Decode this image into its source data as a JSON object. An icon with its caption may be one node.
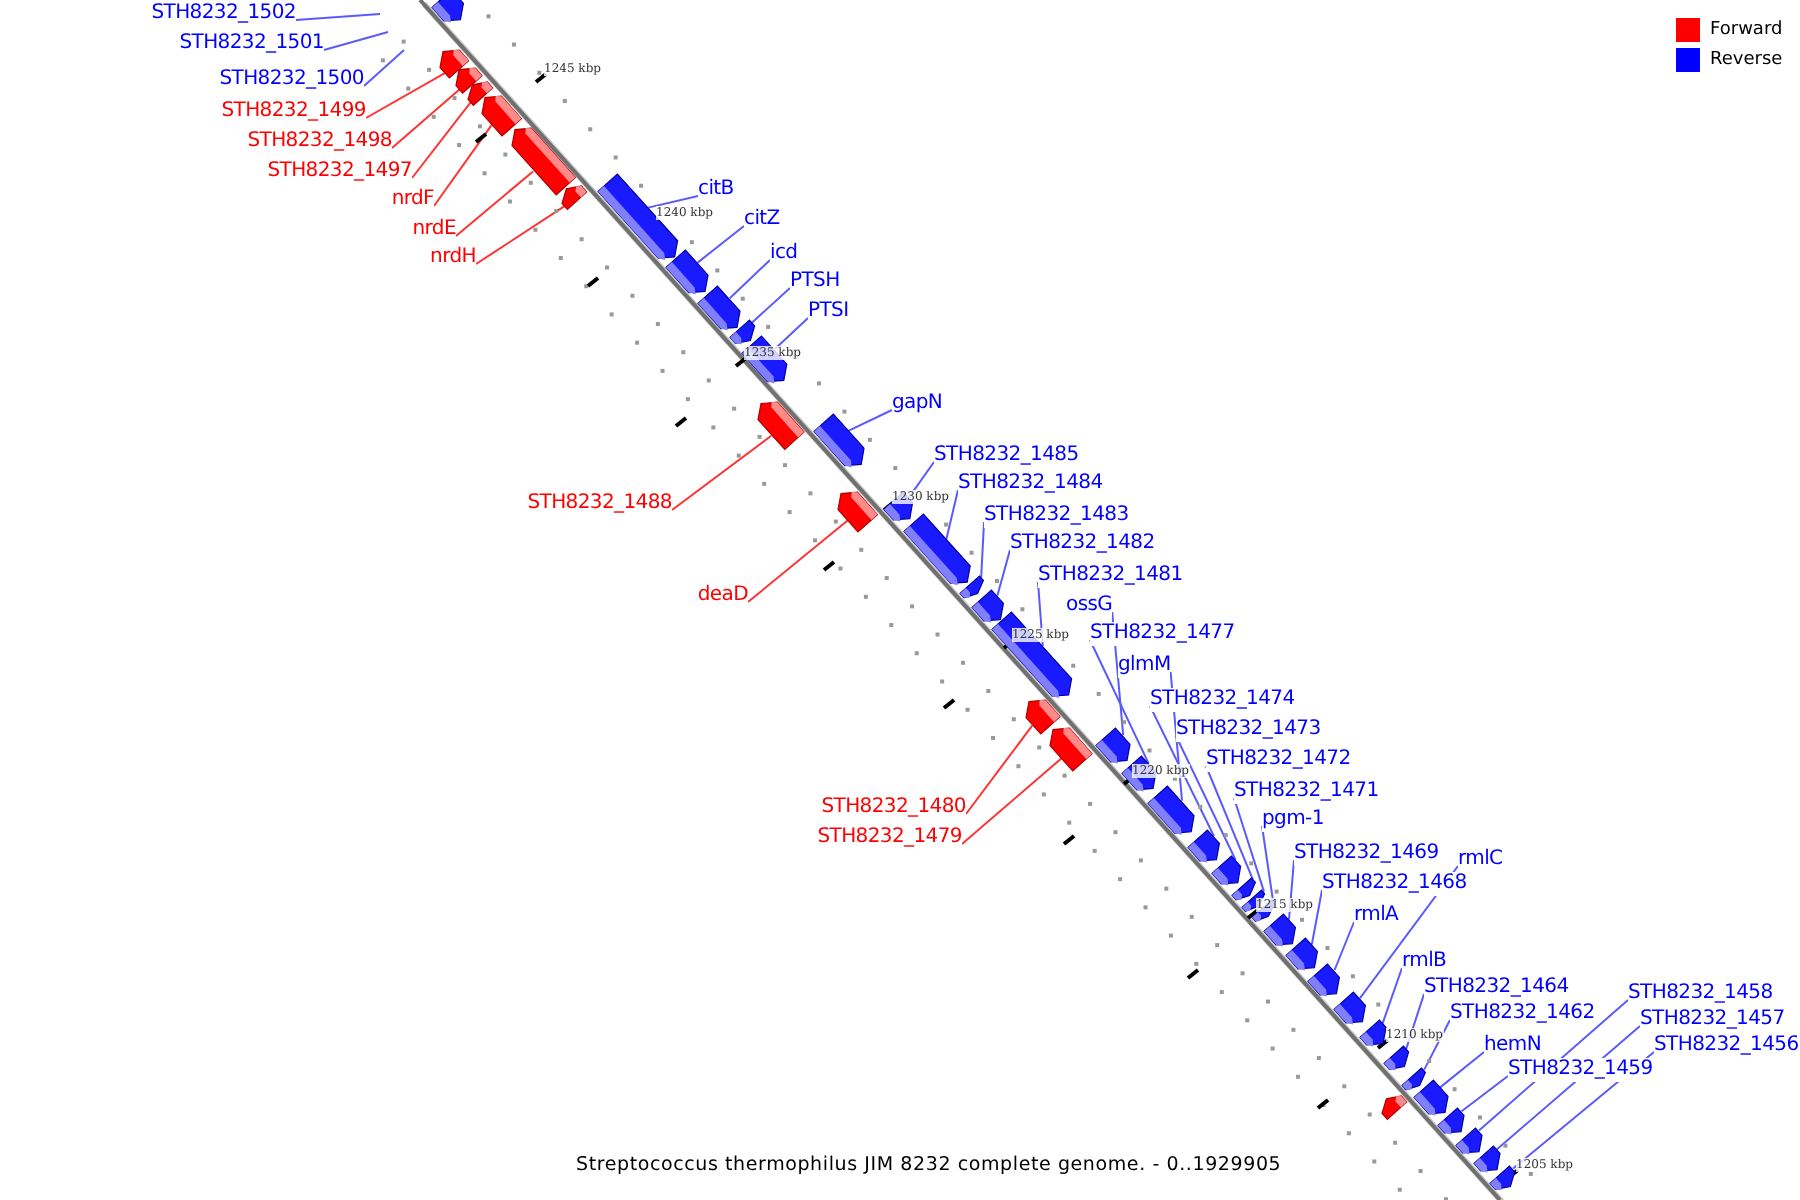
{
  "diagram": {
    "caption": "Streptococcus thermophilus JIM 8232 complete genome. - 0..1929905",
    "nodes": [
      {
        "text": [],
        "shape": "bar"
      },
      {
        "text": [
          "STH8232_1502"
        ]
      },
      {
        "text": [
          "STH8232_1501"
        ]
      },
      {
        "text": [
          "STH8232_1500"
        ]
      },
      {
        "text": [
          "STH8232_1499"
        ]
      },
      {
        "text": [],
        "shape": "bar"
      },
      {
        "text": [
          "STH8232_1498"
        ]
      },
      {
        "text": [],
        "shape": "bar"
      },
      {
        "text": [
          "STH8232_1497"
        ]
      },
      {
        "text": [],
        "shape": "bar"
      },
      {
        "text": [
          "nrdF"
        ]
      },
      {
        "text": [],
        "shape": "bar"
      },
      {
        "text": [
          "nrdE"
        ]
      },
      {
        "text": [],
        "shape": "bar"
      },
      {
        "text": [
          "nrdH"
        ]
      },
      {
        "text": [],
        "shape": "bar"
      },
      {
        "text": [
          "citB"
        ]
      },
      {
        "text": [],
        "shape": "bar"
      },
      {
        "text": [
          "citZ"
        ]
      },
      {
        "text": [],
        "shape": "bar"
      },
      {
        "text": [
          "icd"
        ]
      },
      {
        "text": [],
        "shape": "bar"
      },
      {
        "text": [
          "PTSH"
        ]
      },
      {
        "text": [],
        "shape": "bar"
      },
      {
        "text": [
          "PTSI"
        ]
      },
      {
        "text": [],
        "shape": "bar"
      },
      {
        "text": [
          "gapN"
        ]
      },
      {
        "text": [],
        "shape": "bar"
      },
      {
        "text": [
          "STH8232_1485"
        ]
      },
      {
        "text": [],
        "shape": "bar"
      },
      {
        "text": [
          "STH8232_1484"
        ]
      },
      {
        "text": [],
        "shape": "bar"
      },
      {
        "text": [
          "STH8232_1483"
        ]
      },
      {
        "text": [],
        "shape": "bar"
      },
      {
        "text": [
          "STH8232_1482"
        ]
      },
      {
        "text": [],
        "shape": "bar"
      },
      {
        "text": [
          "STH8232_1488"
        ]
      },
      {
        "text": [],
        "shape": "bar"
      },
      {
        "text": [
          "STH8232_1481"
        ]
      },
      {
        "text": [],
        "shape": "bar"
      },
      {
        "text": [
          "deaD"
        ]
      },
      {
        "text": [],
        "shape": "bar"
      },
      {
        "text": [
          "ossG"
        ]
      },
      {
        "text": [],
        "shape": "bar"
      },
      {
        "text": [
          "STH8232_1477"
        ]
      },
      {
        "text": [],
        "shape": "bar"
      },
      {
        "text": [
          "glmM"
        ]
      },
      {
        "text": [],
        "shape": "bar"
      },
      {
        "text": [
          "STH8232_1474"
        ]
      },
      {
        "text": [],
        "shape": "bar"
      },
      {
        "text": [
          "STH8232_1473"
        ]
      },
      {
        "text": [],
        "shape": "bar"
      },
      {
        "text": [
          "STH8232_1472"
        ]
      },
      {
        "text": [],
        "shape": "bar"
      },
      {
        "text": [
          "STH8232_1471"
        ]
      },
      {
        "text": [],
        "shape": "bar"
      },
      {
        "text": [
          "pgm-1"
        ]
      },
      {
        "text": [],
        "shape": "bar"
      },
      {
        "text": [
          "STH8232_1480"
        ]
      },
      {
        "text": [],
        "shape": "bar"
      },
      {
        "text": [
          "STH8232_1479"
        ]
      },
      {
        "text": [],
        "shape": "bar"
      },
      {
        "text": [
          "STH8232_1469"
        ]
      },
      {
        "text": [],
        "shape": "bar"
      },
      {
        "text": [
          "rmlC"
        ]
      },
      {
        "text": [],
        "shape": "bar"
      },
      {
        "text": [
          "STH8232_1468"
        ]
      },
      {
        "text": [],
        "shape": "bar"
      },
      {
        "text": [
          "rmlA"
        ]
      },
      {
        "text": [],
        "shape": "bar"
      },
      {
        "text": [
          "rmlB"
        ]
      },
      {
        "text": [],
        "shape": "bar"
      },
      {
        "text": [
          "STH8232_1464"
        ]
      },
      {
        "text": [],
        "shape": "bar"
      },
      {
        "text": [
          "STH8232_1462"
        ]
      },
      {
        "text": [],
        "shape": "bar"
      },
      {
        "text": [
          "STH8232_1458"
        ]
      },
      {
        "text": [],
        "shape": "bar"
      },
      {
        "text": [
          "STH8232_1457"
        ]
      },
      {
        "text": [],
        "shape": "bar"
      },
      {
        "text": [
          "hemN"
        ]
      },
      {
        "text": [],
        "shape": "bar"
      },
      {
        "text": [
          "STH8232_1456"
        ]
      },
      {
        "text": [],
        "shape": "bar"
      },
      {
        "text": [
          "STH8232_1459"
        ]
      },
      {
        "text": [],
        "shape": "bar"
      },
      {
        "text": [],
        "shape": "bar"
      }
    ],
    "edges": [
      {
        "from": 1,
        "to": null,
        "arrow": "none"
      },
      {
        "from": 2,
        "to": null,
        "arrow": "none"
      },
      {
        "from": 3,
        "to": null,
        "arrow": "none"
      },
      {
        "from": 4,
        "to": 5,
        "arrow": "none",
        "color": "#ff3333"
      },
      {
        "from": 6,
        "to": 7,
        "arrow": "none",
        "color": "#ff3333"
      },
      {
        "from": 8,
        "to": 9,
        "arrow": "none",
        "color": "#ff3333"
      },
      {
        "from": 10,
        "to": 11,
        "arrow": "none",
        "color": "#ff3333"
      },
      {
        "from": 12,
        "to": 13,
        "arrow": "none",
        "color": "#ff3333"
      },
      {
        "from": 14,
        "to": 15,
        "arrow": "none",
        "color": "#ff3333"
      },
      {
        "from": 16,
        "to": 17,
        "arrow": "none"
      },
      {
        "from": 18,
        "to": 19,
        "arrow": "none"
      },
      {
        "from": 20,
        "to": 21,
        "arrow": "none"
      },
      {
        "from": 22,
        "to": 23,
        "arrow": "none"
      },
      {
        "from": 24,
        "to": 25,
        "arrow": "none"
      },
      {
        "from": 26,
        "to": 27,
        "arrow": "none"
      },
      {
        "from": 28,
        "to": 29,
        "arrow": "none"
      },
      {
        "from": 30,
        "to": 31,
        "arrow": "none"
      },
      {
        "from": 32,
        "to": 33,
        "arrow": "none"
      },
      {
        "from": 34,
        "to": 35,
        "arrow": "none"
      },
      {
        "from": 36,
        "to": 37,
        "arrow": "none",
        "color": "#ff3333"
      },
      {
        "from": 38,
        "to": 39,
        "arrow": "none"
      },
      {
        "from": 40,
        "to": 41,
        "arrow": "none",
        "color": "#ff3333"
      },
      {
        "from": 42,
        "to": 43,
        "arrow": "none"
      },
      {
        "from": 44,
        "to": 45,
        "arrow": "none"
      },
      {
        "from": 46,
        "to": 47,
        "arrow": "none"
      },
      {
        "from": 48,
        "to": 49,
        "arrow": "none"
      },
      {
        "from": 50,
        "to": 51,
        "arrow": "none"
      },
      {
        "from": 52,
        "to": 53,
        "arrow": "none"
      },
      {
        "from": 54,
        "to": 55,
        "arrow": "none"
      },
      {
        "from": 56,
        "to": 57,
        "arrow": "none"
      },
      {
        "from": 58,
        "to": 59,
        "arrow": "none",
        "color": "#ff3333"
      },
      {
        "from": 60,
        "to": 61,
        "arrow": "none",
        "color": "#ff3333"
      },
      {
        "from": 62,
        "to": 63,
        "arrow": "none"
      },
      {
        "from": 64,
        "to": 65,
        "arrow": "none"
      },
      {
        "from": 66,
        "to": 67,
        "arrow": "none"
      },
      {
        "from": 68,
        "to": 69,
        "arrow": "none"
      },
      {
        "from": 70,
        "to": 71,
        "arrow": "none"
      },
      {
        "from": 72,
        "to": 73,
        "arrow": "none"
      },
      {
        "from": 74,
        "to": 75,
        "arrow": "none"
      },
      {
        "from": 76,
        "to": 77,
        "arrow": "none"
      },
      {
        "from": 78,
        "to": 79,
        "arrow": "none"
      },
      {
        "from": 80,
        "to": 81,
        "arrow": "none"
      },
      {
        "from": 82,
        "to": 83,
        "arrow": "none"
      },
      {
        "from": 84,
        "to": 85,
        "arrow": "none"
      }
    ],
    "labels": [
      "1245 kbp",
      "1240 kbp",
      "1235 kbp",
      "1230 kbp",
      "1225 kbp",
      "1220 kbp",
      "1215 kbp",
      "1210 kbp",
      "1205 kbp"
    ],
    "legend": [
      {
        "text": "Forward",
        "color": "#ff0000"
      },
      {
        "text": "Reverse",
        "color": "#0000ff"
      }
    ]
  }
}
